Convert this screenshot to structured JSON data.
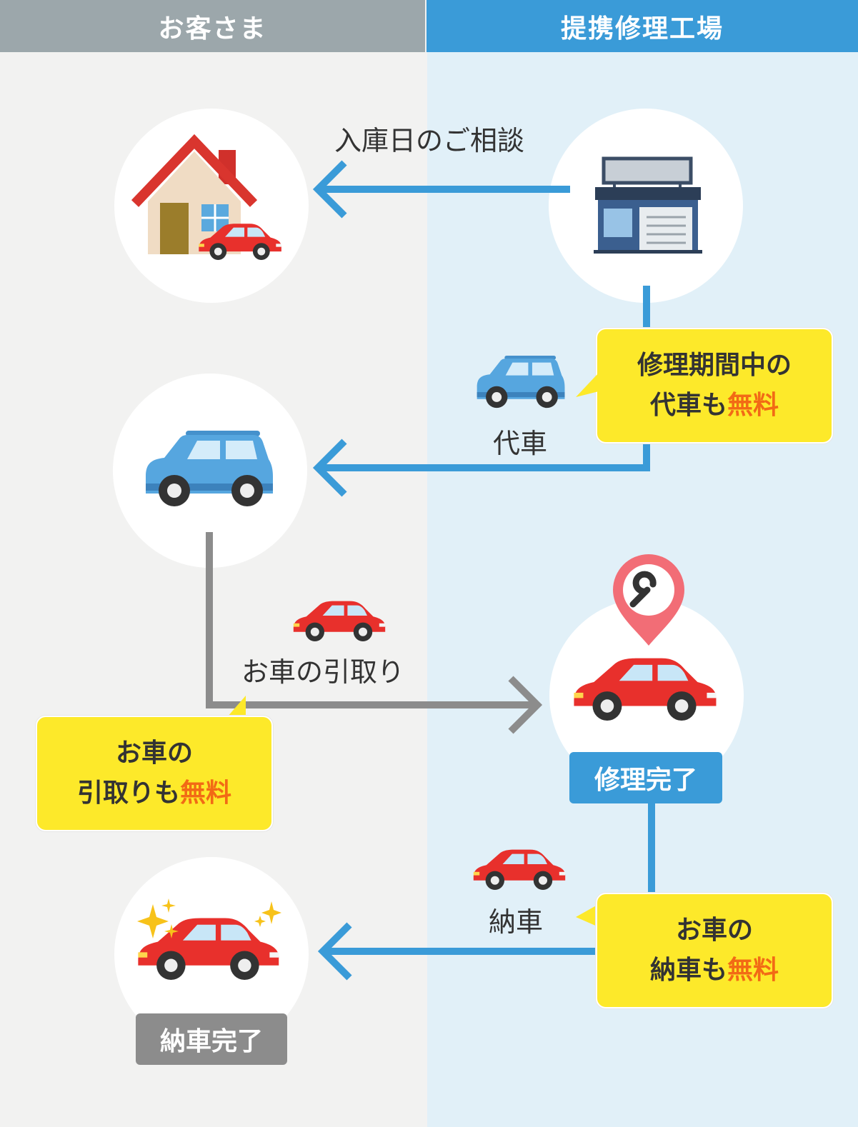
{
  "headers": {
    "customer": "お客さま",
    "shop": "提携修理工場"
  },
  "steps": {
    "consult": {
      "label": "入庫日のご相談"
    },
    "loaner": {
      "label": "代車",
      "bubble_line1": "修理期間中の",
      "bubble_line2_prefix": "代車も",
      "bubble_free": "無料"
    },
    "pickup": {
      "label": "お車の引取り",
      "bubble_line1": "お車の",
      "bubble_line2_prefix": "引取りも",
      "bubble_free": "無料"
    },
    "repair": {
      "badge": "修理完了"
    },
    "delivery": {
      "label": "納車",
      "bubble_line1": "お車の",
      "bubble_line2_prefix": "納車も",
      "bubble_free": "無料"
    },
    "done": {
      "badge": "納車完了"
    }
  },
  "colors": {
    "blue_line": "#3a9bd8",
    "gray_line": "#8c8c8c",
    "bubble": "#fde92a",
    "free_text": "#f26a15",
    "car_red": "#e8302c",
    "car_blue": "#56a6df",
    "pin": "#f26d76"
  },
  "icons": [
    "house-icon",
    "shop-icon",
    "blue-car-icon",
    "red-car-icon",
    "wrench-pin-icon",
    "sparkle-icon",
    "arrow-left-icon",
    "arrow-right-icon"
  ]
}
